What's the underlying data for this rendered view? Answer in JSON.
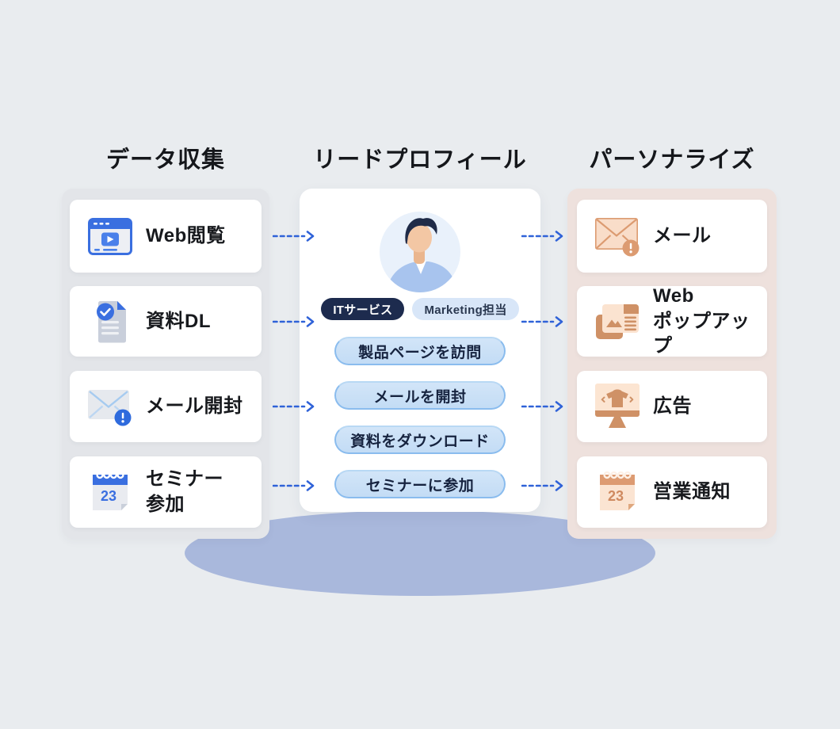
{
  "diagram": {
    "columns": [
      {
        "id": "data-collection",
        "title": "データ収集",
        "items": [
          {
            "label": "Web閲覧",
            "icon": "browser-video-icon"
          },
          {
            "label": "資料DL",
            "icon": "document-check-icon"
          },
          {
            "label": "メール開封",
            "icon": "mail-open-alert-icon"
          },
          {
            "label": "セミナー\n参加",
            "icon": "calendar-icon",
            "calendar_day": "23"
          }
        ]
      },
      {
        "id": "lead-profile",
        "title": "リードプロフィール",
        "persona": {
          "avatar": "male-businessperson-avatar",
          "tags": [
            {
              "label": "ITサービス",
              "variant": "dark"
            },
            {
              "label": "Marketing担当",
              "variant": "light"
            }
          ],
          "activities": [
            "製品ページを訪問",
            "メールを開封",
            "資料をダウンロード",
            "セミナーに参加"
          ]
        }
      },
      {
        "id": "personalize",
        "title": "パーソナライズ",
        "items": [
          {
            "label": "メール",
            "icon": "mail-alert-icon"
          },
          {
            "label": "Web\nポップアップ",
            "icon": "web-popup-icon"
          },
          {
            "label": "広告",
            "icon": "ad-monitor-icon"
          },
          {
            "label": "営業通知",
            "icon": "calendar-icon",
            "calendar_day": "23"
          }
        ]
      }
    ],
    "colors": {
      "background": "#e9ecef",
      "left_panel": "#e3e5e9",
      "right_panel": "#eee1dd",
      "accent_blue": "#2f62d8",
      "icon_blue": "#3a6fe0",
      "icon_orange": "#cf9166",
      "pill_fill": "#c9e0f7",
      "pill_border": "#8abcee",
      "tag_dark_bg": "#1d2b4e",
      "tag_light_bg": "#d8e6f8",
      "ellipse_shadow": "#a9b8dc"
    }
  }
}
